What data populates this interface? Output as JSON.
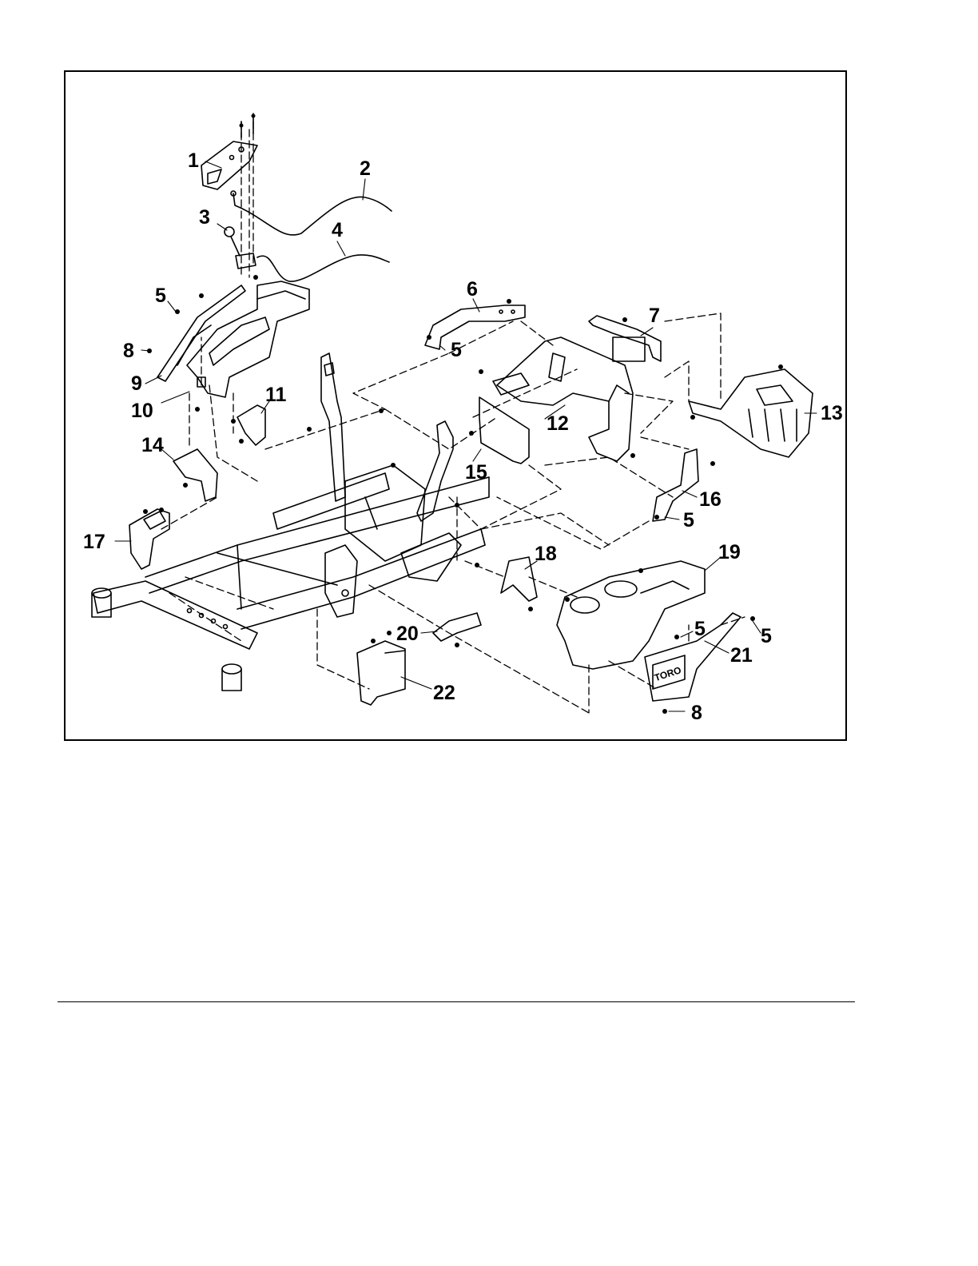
{
  "diagram": {
    "callouts": [
      {
        "id": "c1",
        "label": "1"
      },
      {
        "id": "c2",
        "label": "2"
      },
      {
        "id": "c3",
        "label": "3"
      },
      {
        "id": "c4",
        "label": "4"
      },
      {
        "id": "c5a",
        "label": "5"
      },
      {
        "id": "c5b",
        "label": "5"
      },
      {
        "id": "c5c",
        "label": "5"
      },
      {
        "id": "c5d",
        "label": "5"
      },
      {
        "id": "c5e",
        "label": "5"
      },
      {
        "id": "c6",
        "label": "6"
      },
      {
        "id": "c7",
        "label": "7"
      },
      {
        "id": "c8a",
        "label": "8"
      },
      {
        "id": "c8b",
        "label": "8"
      },
      {
        "id": "c9",
        "label": "9"
      },
      {
        "id": "c10",
        "label": "10"
      },
      {
        "id": "c11",
        "label": "11"
      },
      {
        "id": "c12",
        "label": "12"
      },
      {
        "id": "c13",
        "label": "13"
      },
      {
        "id": "c14",
        "label": "14"
      },
      {
        "id": "c15",
        "label": "15"
      },
      {
        "id": "c16",
        "label": "16"
      },
      {
        "id": "c17",
        "label": "17"
      },
      {
        "id": "c18",
        "label": "18"
      },
      {
        "id": "c19",
        "label": "19"
      },
      {
        "id": "c20",
        "label": "20"
      },
      {
        "id": "c21",
        "label": "21"
      },
      {
        "id": "c22",
        "label": "22"
      }
    ],
    "logo_text": "TORO"
  }
}
